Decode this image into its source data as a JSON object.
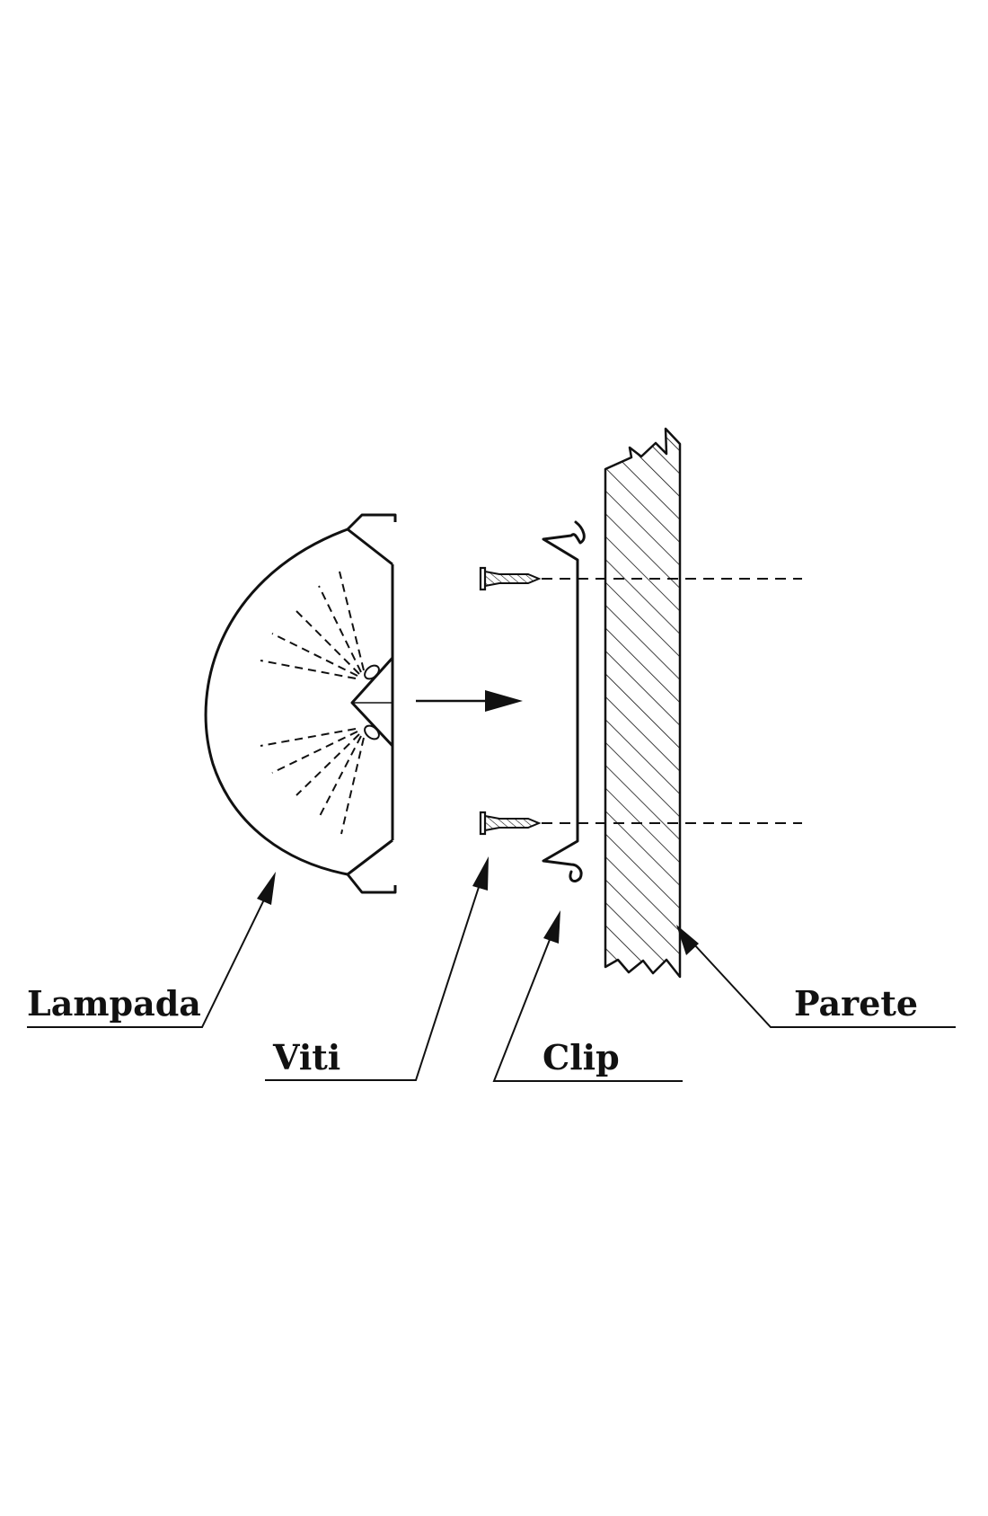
{
  "labels": {
    "lampada": "Lampada",
    "viti": "Viti",
    "clip": "Clip",
    "parete": "Parete"
  },
  "colors": {
    "ink": "#111111",
    "background": "#ffffff"
  }
}
